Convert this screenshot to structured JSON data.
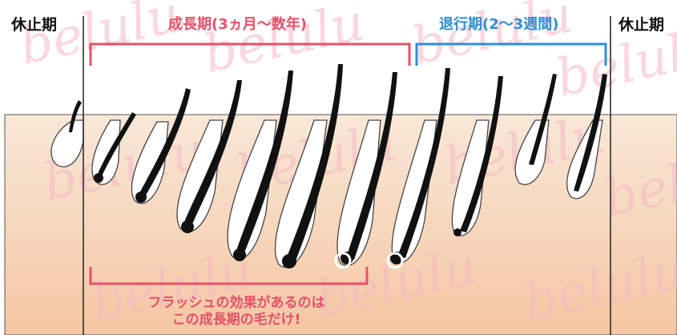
{
  "labels": {
    "rest_left": "休止期",
    "anagen": "成長期(3ヵ月〜数年)",
    "catagen": "退行期(2〜3週間)",
    "rest_right": "休止期"
  },
  "note": {
    "line1": "フラッシュの効果があるのは",
    "line2": "この成長期の毛だけ!"
  },
  "watermark": "belulu",
  "colors": {
    "anagen_accent": "#e8506a",
    "catagen_accent": "#2e8fd6",
    "skin_top": "#f7e5d2",
    "skin_bottom": "#f5c8a6",
    "hair": "#111111",
    "watermark": "#f4b9c4"
  }
}
